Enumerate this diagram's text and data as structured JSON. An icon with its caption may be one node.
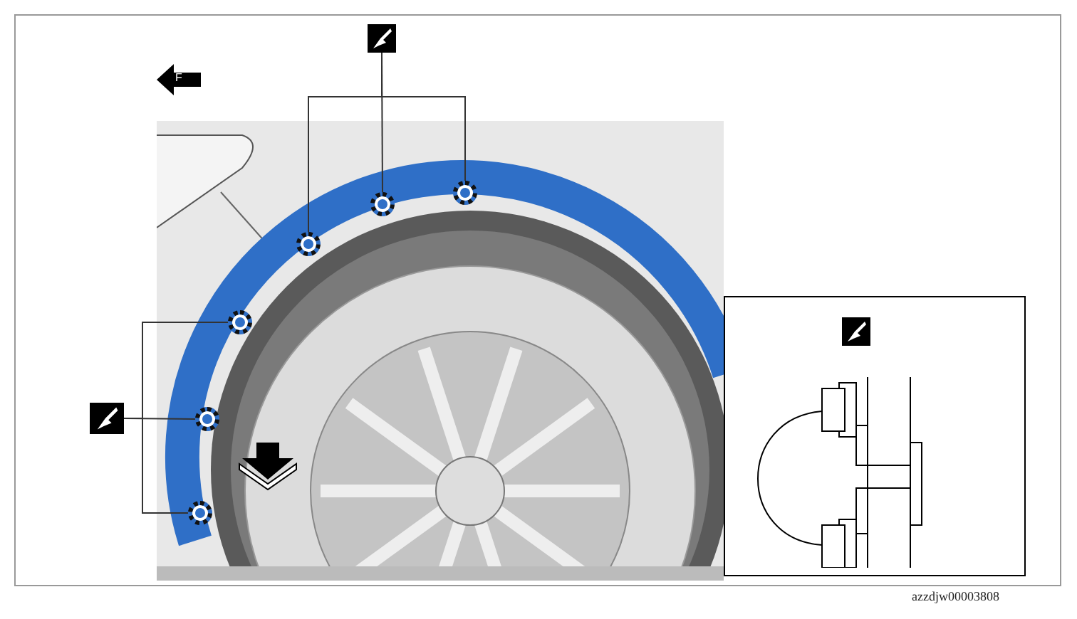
{
  "diagram": {
    "nodes": [
      {
        "text": [],
        "shape": "picture"
      },
      {
        "text": [],
        "shape": "circle"
      },
      {
        "text": [],
        "shape": "circle"
      },
      {
        "text": [],
        "shape": "circle"
      },
      {
        "text": [],
        "shape": "picture"
      },
      {
        "text": [],
        "shape": "circle"
      },
      {
        "text": [],
        "shape": "circle"
      },
      {
        "text": [],
        "shape": "circle"
      },
      {
        "text": [],
        "shape": "box"
      },
      {
        "text": [],
        "shape": "picture",
        "in": 8
      }
    ],
    "edges": [
      {
        "from": 0,
        "to": 1,
        "arrow": "none"
      },
      {
        "from": 0,
        "to": 2,
        "arrow": "none"
      },
      {
        "from": 0,
        "to": 3,
        "arrow": "none"
      },
      {
        "from": 4,
        "to": 5,
        "arrow": "none"
      },
      {
        "from": 4,
        "to": 6,
        "arrow": "none"
      },
      {
        "from": 4,
        "to": 7,
        "arrow": "none"
      }
    ],
    "labels": [
      "F",
      "azzdjw00003808"
    ]
  }
}
